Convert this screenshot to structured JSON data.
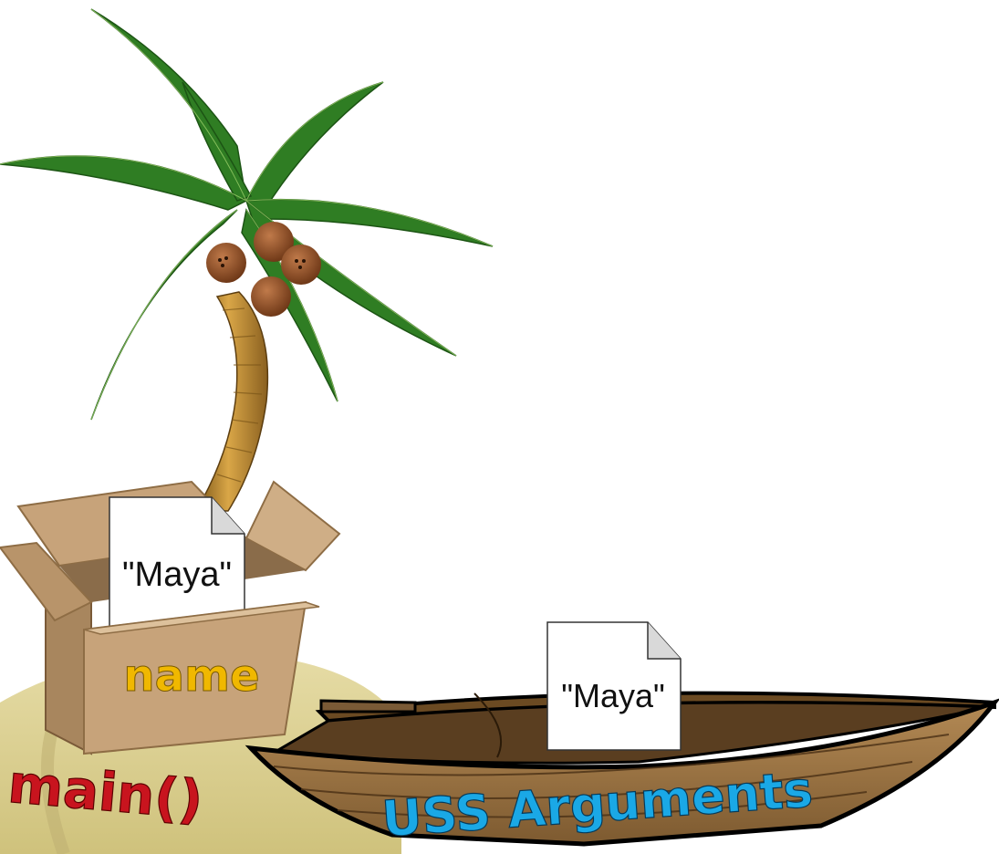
{
  "island": {
    "box_label": "name",
    "box_note": "\"Maya\"",
    "island_label": "main()"
  },
  "boat": {
    "note": "\"Maya\"",
    "label": "USS Arguments"
  },
  "colors": {
    "box_label": "#f0b800",
    "island_label": "#c8141e",
    "boat_label": "#1aa8e6",
    "sand": "#d9cf94",
    "box": "#c7a37a",
    "boat_wood": "#a07a4a",
    "palm_leaf": "#2f7d23",
    "trunk": "#b8862e"
  },
  "icons": [
    "palm-tree-icon",
    "coconut-icon",
    "cardboard-box-icon",
    "document-icon",
    "rowboat-icon"
  ]
}
